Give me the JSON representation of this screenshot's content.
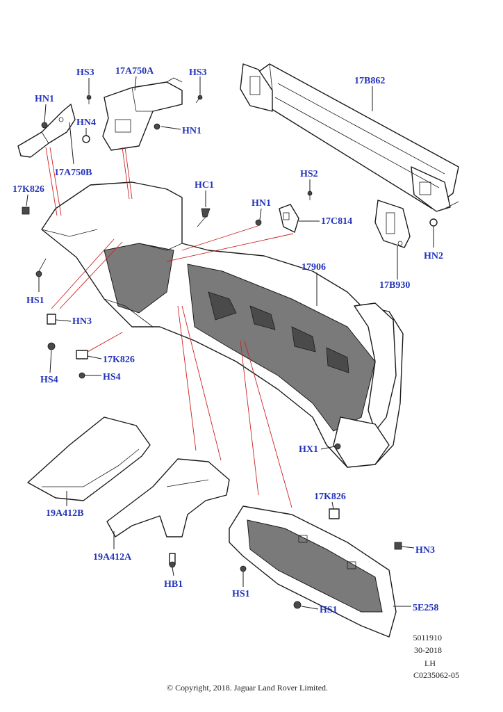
{
  "labels": {
    "hs3_left": "HS3",
    "a17a750a": "17A750A",
    "hs3_right": "HS3",
    "b17b862": "17B862",
    "hn1_left": "HN1",
    "hn4": "HN4",
    "hn1_right": "HN1",
    "a17a750b": "17A750B",
    "k17k826_top": "17K826",
    "hc1": "HC1",
    "hs2": "HS2",
    "hn1_mid": "HN1",
    "c17c814": "17C814",
    "hn2": "HN2",
    "p17906": "17906",
    "b17b930": "17B930",
    "hs1_left": "HS1",
    "hn3_left": "HN3",
    "k17k826_mid": "17K826",
    "hs4_a": "HS4",
    "hs4_b": "HS4",
    "hx1": "HX1",
    "a19a412b": "19A412B",
    "k17k826_bottom": "17K826",
    "a19a412a": "19A412A",
    "hn3_right": "HN3",
    "hb1": "HB1",
    "hs1_mid": "HS1",
    "hs1_right": "HS1",
    "e5e258": "5E258"
  },
  "meta": {
    "ref_number": "5011910",
    "date": "30-2018",
    "side": "LH",
    "drawing_code": "C0235062-05"
  },
  "copyright": "© Copyright, 2018. Jaguar Land Rover Limited."
}
